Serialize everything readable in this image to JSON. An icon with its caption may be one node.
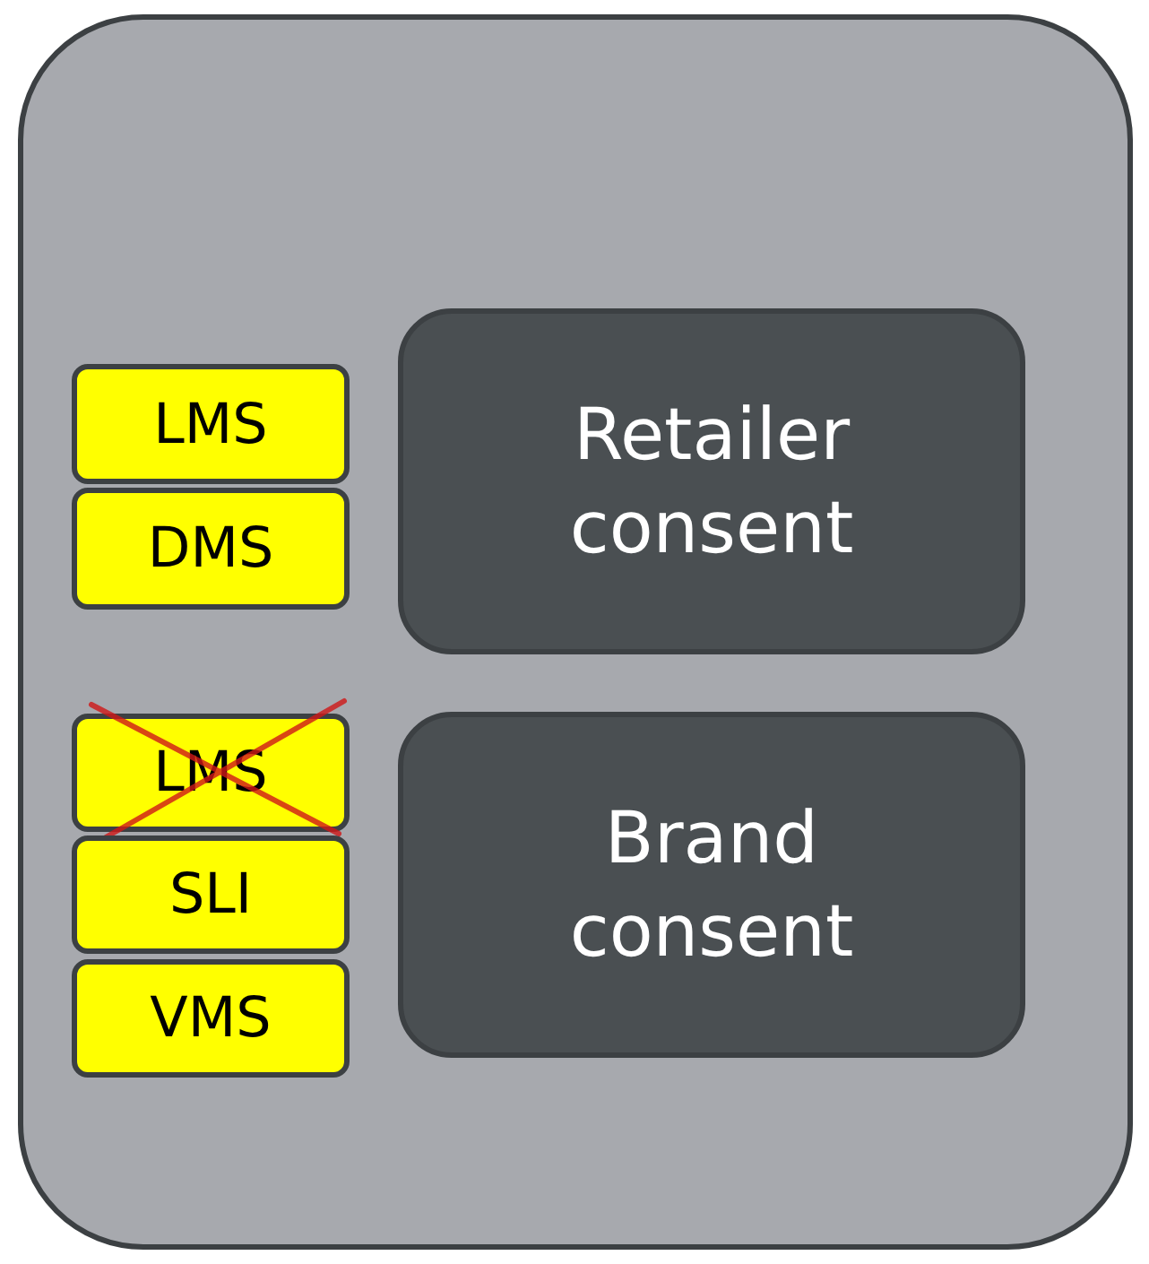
{
  "diagram": {
    "nodes": [
      {
        "text": [],
        "shape": "box"
      },
      {
        "text": [
          "LMS"
        ],
        "in": 0
      },
      {
        "text": [
          "DMS"
        ],
        "in": 0
      },
      {
        "text": [
          "Retailer consent"
        ],
        "in": 0
      },
      {
        "text": [
          "LMS"
        ],
        "in": 0
      },
      {
        "text": [
          "SLI"
        ],
        "in": 0
      },
      {
        "text": [
          "VMS"
        ],
        "in": 0
      },
      {
        "text": [
          "Brand consent"
        ],
        "in": 0
      }
    ]
  }
}
